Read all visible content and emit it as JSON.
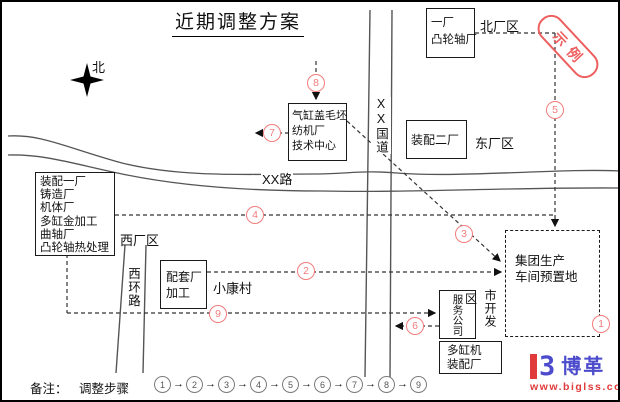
{
  "title": "近期调整方案",
  "compass_label": "北",
  "stamp_label": "示例",
  "roads": {
    "national": "XX国道",
    "cross": "XX路",
    "west_ring": "西环路"
  },
  "area_labels": {
    "north": "北厂区",
    "east": "东厂区",
    "west": "西厂区",
    "village": "小康村",
    "city_dev_main": "市开发",
    "city_dev_tail": "区"
  },
  "facilities": {
    "north_plant": {
      "line1": "一厂",
      "line2": "凸轮轴厂"
    },
    "assembly2": {
      "line1": "装配二厂"
    },
    "textile": {
      "line1": "气缸盖毛坯",
      "line2": "纺机厂",
      "line3": "技术中心"
    },
    "west_cluster": {
      "line1": "装配一厂",
      "line2": "铸造厂",
      "line3": "机体厂",
      "line4": "多缸金加工",
      "line5": "曲轴厂",
      "line6": "凸轮轴热处理"
    },
    "support": {
      "line1": "配套厂",
      "line2": "加工"
    },
    "service": {
      "line1": "服务公司"
    },
    "multi_cylinder": {
      "line1": "多缸机",
      "line2": "装配厂"
    },
    "reserved_site": {
      "line1": "集团生产",
      "line2": "车间预置地"
    }
  },
  "route_markers": {
    "m1": "1",
    "m2": "2",
    "m3": "3",
    "m4": "4",
    "m5": "5",
    "m6": "6",
    "m7": "7",
    "m8": "8",
    "m9": "9"
  },
  "legend": {
    "note_label": "备注：",
    "steps_label": "调整步骤",
    "arrow": "→",
    "steps": [
      "1",
      "2",
      "3",
      "4",
      "5",
      "6",
      "7",
      "8",
      "9"
    ]
  },
  "logo": {
    "mark": "3",
    "name": "博革",
    "url": "www.biglss.com"
  },
  "colors": {
    "marker_red": "#f17c7c",
    "stamp_red": "#ee5f5f",
    "logo_blue": "#4b4bcc",
    "logo_red": "#e03a3a"
  }
}
